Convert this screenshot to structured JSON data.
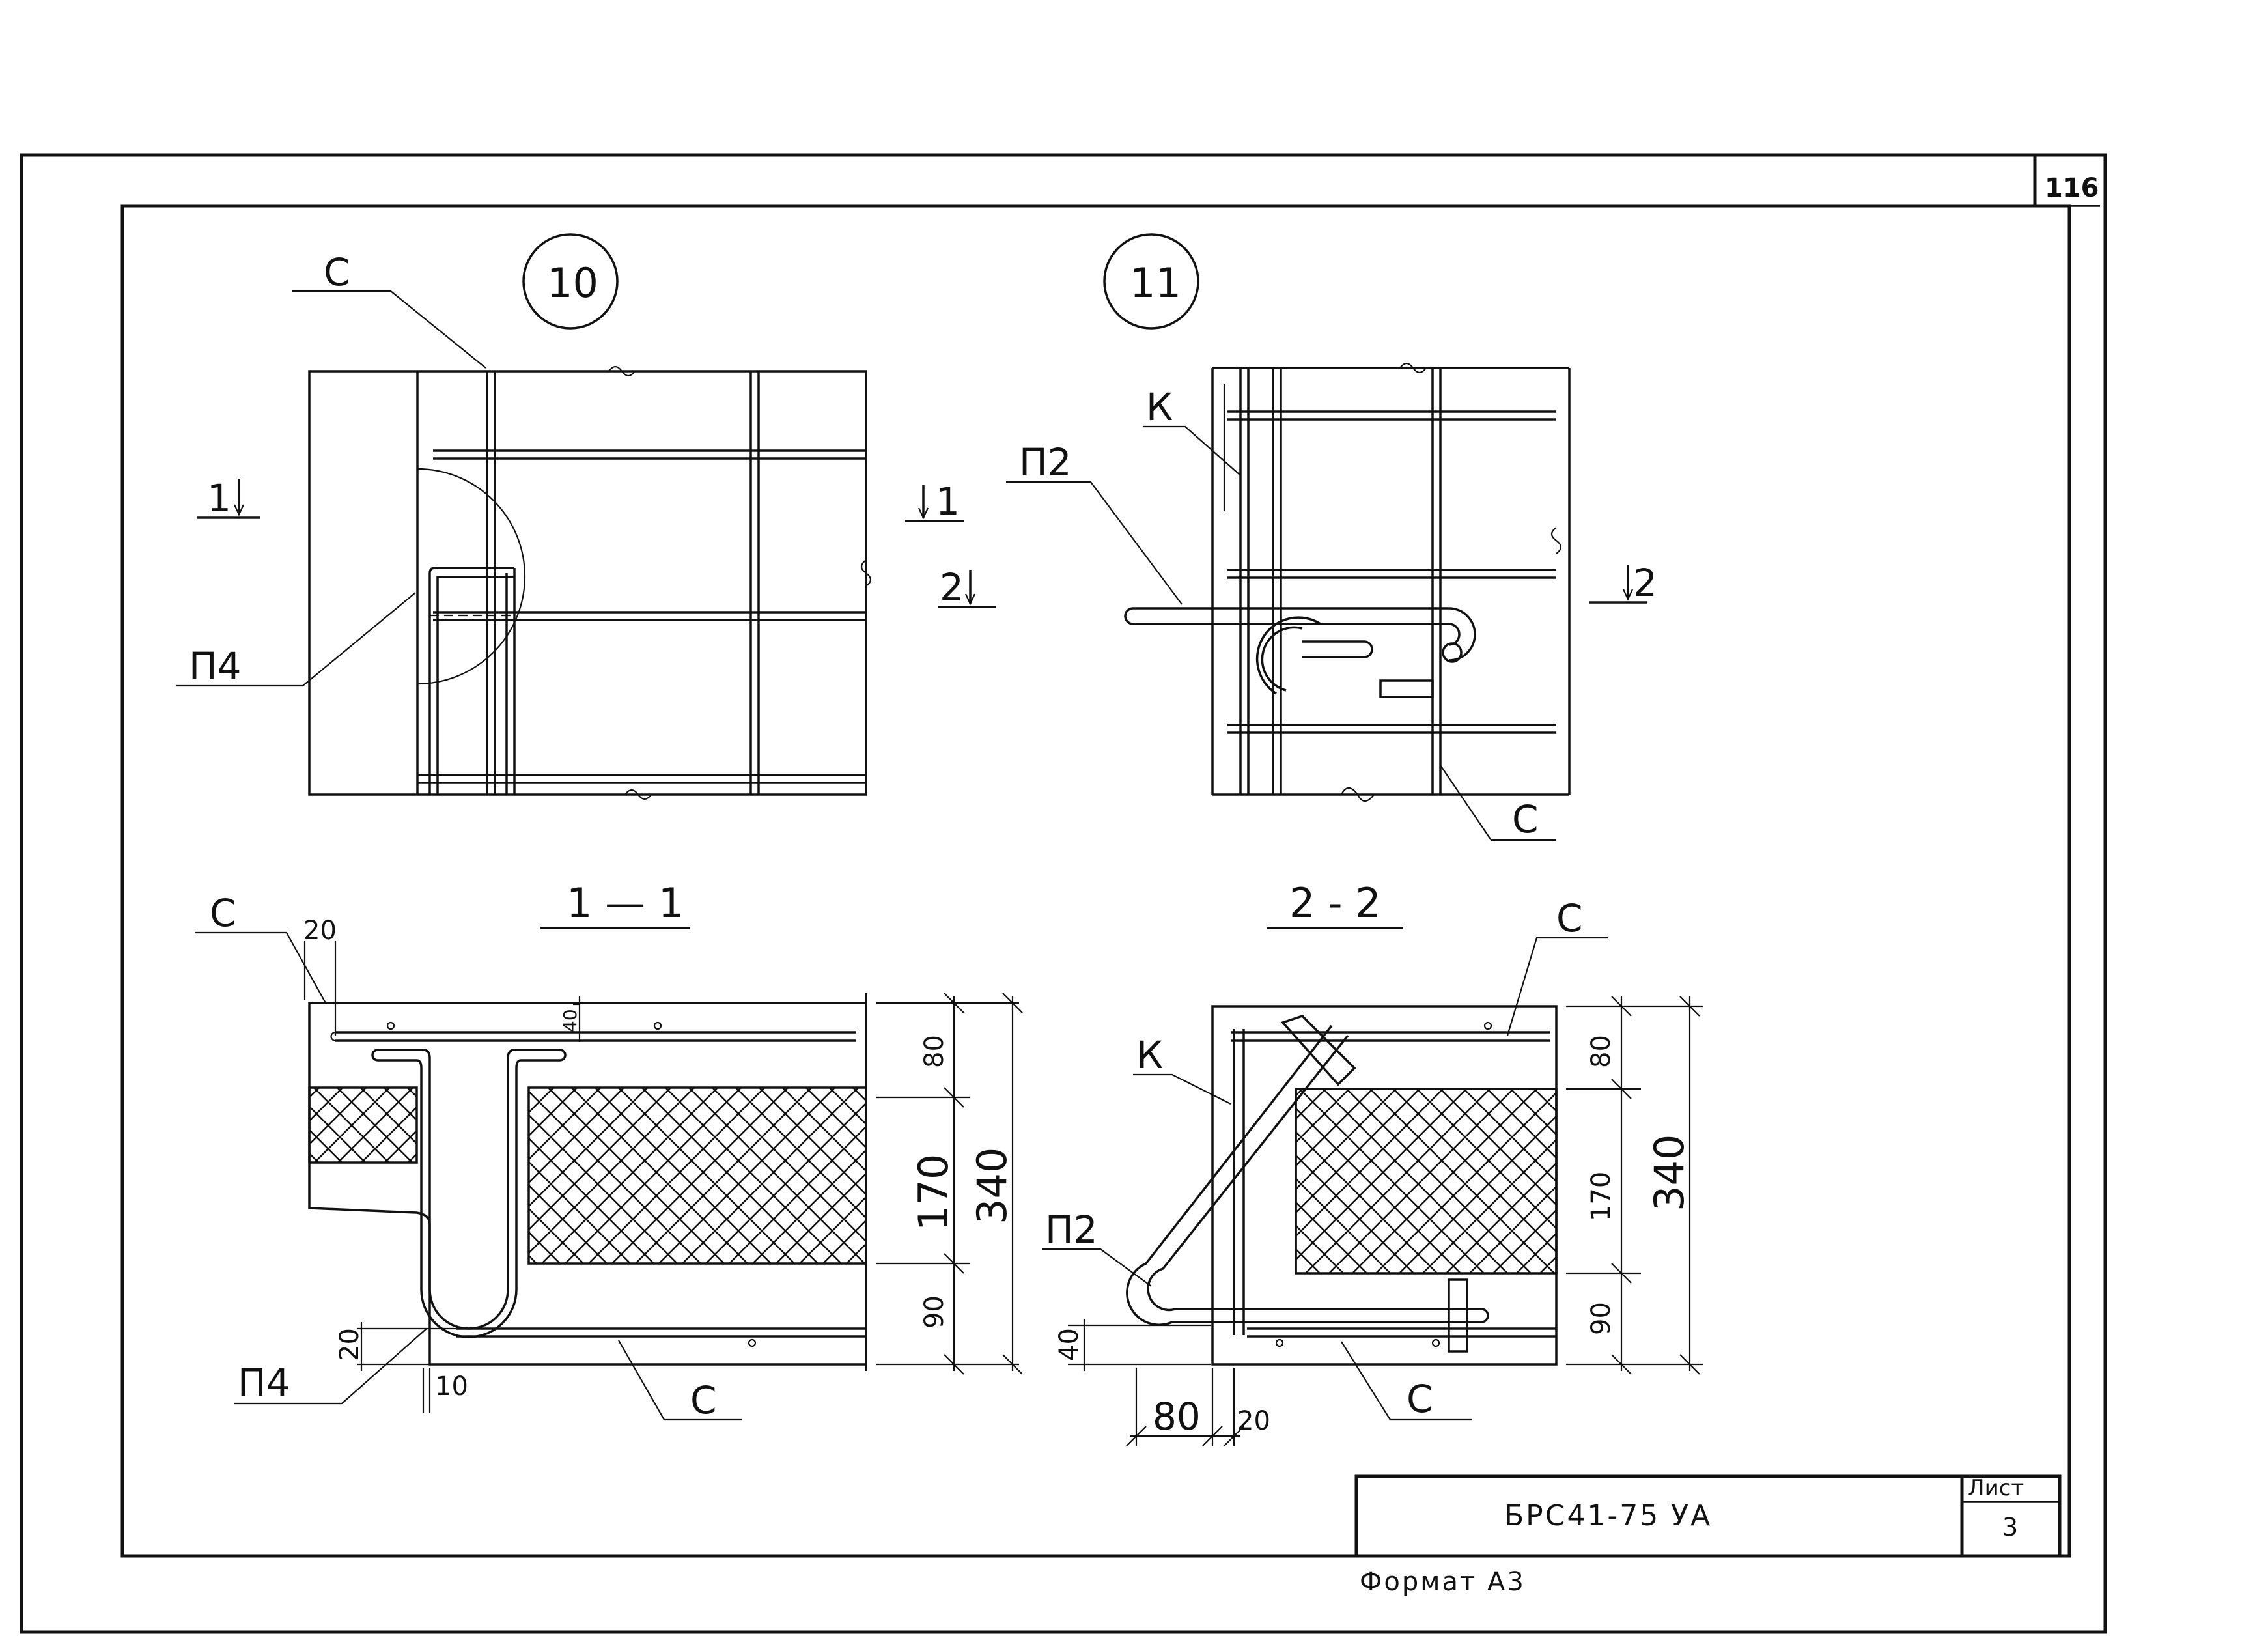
{
  "sheet": {
    "page_number": "116",
    "designation": "БРС41-75 УА",
    "sheet_label": "Лист",
    "sheet_number": "3",
    "format_label": "Формат А3"
  },
  "detail_10": {
    "marker": "10",
    "label_c": "С",
    "label_p4": "П4",
    "cut_1_left": "1",
    "cut_1_right": "1",
    "cut_2": "2"
  },
  "detail_11": {
    "marker": "11",
    "label_k": "К",
    "label_p2": "П2",
    "label_c": "С",
    "cut_2": "2"
  },
  "section_1_1": {
    "title": "1 — 1",
    "label_c_top": "С",
    "label_c_bottom": "С",
    "label_p4": "П4",
    "dim_20_top": "20",
    "dim_40": "40",
    "dim_80": "80",
    "dim_170": "170",
    "dim_90": "90",
    "dim_340": "340",
    "dim_20_bottom": "20",
    "dim_10": "10"
  },
  "section_2_2": {
    "title": "2 - 2",
    "label_c_top": "С",
    "label_c_bottom": "С",
    "label_k": "К",
    "label_p2": "П2",
    "dim_80": "80",
    "dim_170": "170",
    "dim_90": "90",
    "dim_340": "340",
    "dim_40": "40",
    "dim_80_bottom": "80",
    "dim_20": "20"
  },
  "colors": {
    "ink": "#111111",
    "paper": "#ffffff"
  }
}
